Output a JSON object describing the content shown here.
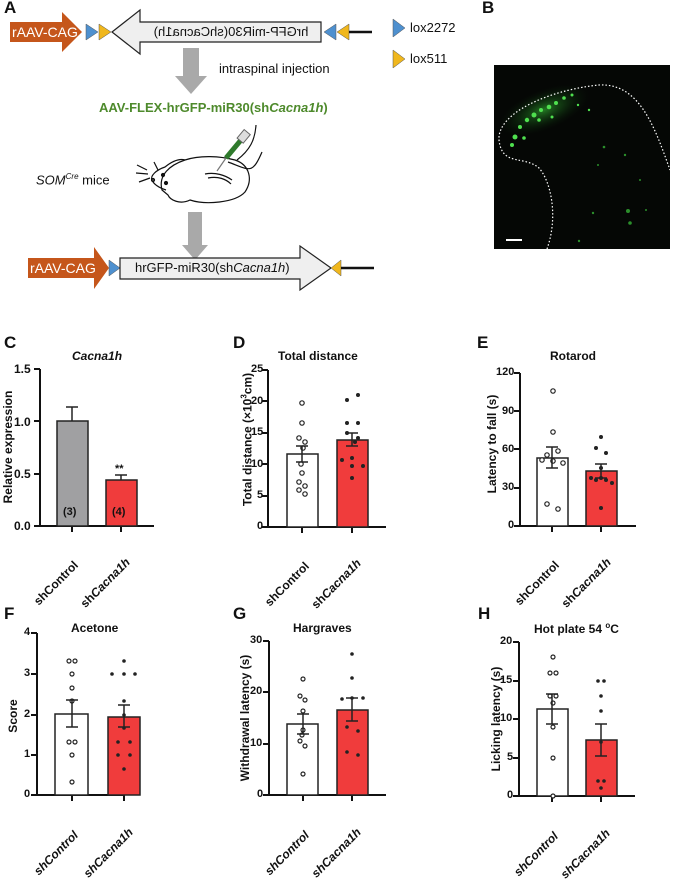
{
  "panels": {
    "A": {
      "letter": "A",
      "construct_top": {
        "promoter": "rAAV-CAG",
        "insert_reversed": "hrGFP-miR30(shCacna1h)"
      },
      "legend": [
        {
          "label": "lox2272",
          "color": "#4e90cf"
        },
        {
          "label": "lox511",
          "color": "#f0b71d"
        }
      ],
      "injection_label": "intraspinal injection",
      "virus_name_prefix": "AAV-FLEX-hrGFP-miR30(sh",
      "virus_name_italic": "Cacna1h",
      "virus_name_suffix": ")",
      "mouse_label_main": "SOM",
      "mouse_label_sup": "Cre",
      "mouse_label_suffix": " mice",
      "construct_bottom": {
        "promoter": "rAAV-CAG",
        "insert_prefix": "hrGFP-miR30(sh",
        "insert_italic": "Cacna1h",
        "insert_suffix": ")"
      },
      "colors": {
        "promoter": "#c5561b",
        "virus_text": "#4e8a2c",
        "arrow_gray": "#a9a9a9"
      }
    },
    "B": {
      "letter": "B",
      "image": "fluorescence-spinal-cord-section",
      "scale_bar": true
    }
  },
  "colors": {
    "control_bar": "#ffffff",
    "knockdown_bar": "#f03c3c",
    "qpcr_control_bar": "#a0a0a2"
  },
  "chart_data": [
    {
      "panel": "C",
      "type": "bar",
      "title": "Cacna1h",
      "title_italic": true,
      "ylabel": "Relative expression",
      "ylim": [
        0,
        1.5
      ],
      "yticks": [
        "0.0",
        "0.5",
        "1.0",
        "1.5"
      ],
      "categories": [
        "shControl",
        "shCacna1h"
      ],
      "values": [
        1.0,
        0.44
      ],
      "sem": [
        0.13,
        0.04
      ],
      "n_labels": [
        "(3)",
        "(4)"
      ],
      "annotations": [
        {
          "category": "shCacna1h",
          "text": "**"
        }
      ]
    },
    {
      "panel": "D",
      "type": "bar",
      "title": "Total distance",
      "ylabel": "Total distance (×10³cm)",
      "ylim": [
        0,
        25
      ],
      "yticks": [
        "0",
        "5",
        "10",
        "15",
        "20",
        "25"
      ],
      "categories": [
        "shControl",
        "shCacna1h"
      ],
      "values": [
        11.6,
        13.9
      ],
      "sem": [
        1.3,
        1.1
      ],
      "points": [
        [
          19.8,
          16.6,
          14.1,
          13.6,
          12.6,
          11.5,
          10.0,
          9.5,
          8.2,
          6.7,
          6.0
        ],
        [
          21.0,
          20.3,
          16.6,
          16.6,
          15.0,
          13.9,
          10.7,
          10.7,
          9.6,
          9.6,
          7.8,
          14.2
        ]
      ]
    },
    {
      "panel": "E",
      "type": "bar",
      "title": "Rotarod",
      "ylabel": "Latency to fall (s)",
      "ylim": [
        0,
        120
      ],
      "yticks": [
        "0",
        "30",
        "60",
        "90",
        "120"
      ],
      "categories": [
        "shControl",
        "shCacna1h"
      ],
      "values": [
        53.5,
        43.0
      ],
      "sem": [
        8.5,
        5.5
      ],
      "points": [
        [
          105,
          74,
          62,
          59,
          56,
          52,
          49,
          48,
          17,
          13
        ],
        [
          69,
          61,
          57,
          46,
          38,
          37,
          36,
          34,
          13,
          37
        ]
      ]
    },
    {
      "panel": "F",
      "type": "bar",
      "title": "Acetone",
      "ylabel": "Score",
      "ylim": [
        0,
        4
      ],
      "yticks": [
        "0",
        "1",
        "2",
        "3",
        "4"
      ],
      "categories": [
        "shControl",
        "shCacna1h"
      ],
      "values": [
        2.03,
        1.97
      ],
      "sem": [
        0.33,
        0.27
      ],
      "points": [
        [
          3.33,
          3.33,
          3.0,
          2.67,
          2.33,
          1.33,
          1.33,
          1.0,
          0.33
        ],
        [
          3.33,
          3.0,
          3.0,
          3.0,
          2.33,
          2.0,
          1.67,
          1.33,
          1.33,
          1.0,
          1.0,
          0.67
        ]
      ]
    },
    {
      "panel": "G",
      "type": "bar",
      "title": "Hargraves",
      "ylabel": "Withdrawal latency (s)",
      "ylim": [
        0,
        30
      ],
      "yticks": [
        "0",
        "10",
        "20",
        "30"
      ],
      "categories": [
        "shControl",
        "shCacna1h"
      ],
      "values": [
        13.9,
        16.6
      ],
      "sem": [
        1.9,
        2.2
      ],
      "points": [
        [
          22.6,
          19.2,
          18.4,
          16.4,
          12.6,
          12.0,
          10.9,
          10.3,
          9.6,
          4.2
        ],
        [
          27.4,
          22.8,
          18.8,
          18.8,
          18.9,
          13.1,
          12.6,
          8.5,
          7.9
        ]
      ]
    },
    {
      "panel": "H",
      "type": "bar",
      "title": "Hot plate 54 ",
      "title_sup": "o",
      "title_suffix": "C",
      "ylabel": "Licking latency (s)",
      "ylim": [
        0,
        20
      ],
      "yticks": [
        "0",
        "5",
        "10",
        "15",
        "20"
      ],
      "categories": [
        "shControl",
        "shCacna1h"
      ],
      "values": [
        11.3,
        7.3
      ],
      "sem": [
        2.0,
        2.1
      ],
      "points": [
        [
          18,
          16,
          16,
          13,
          13,
          12,
          9,
          5,
          0
        ],
        [
          15,
          15,
          13,
          11,
          7,
          2,
          2,
          1
        ]
      ]
    }
  ]
}
